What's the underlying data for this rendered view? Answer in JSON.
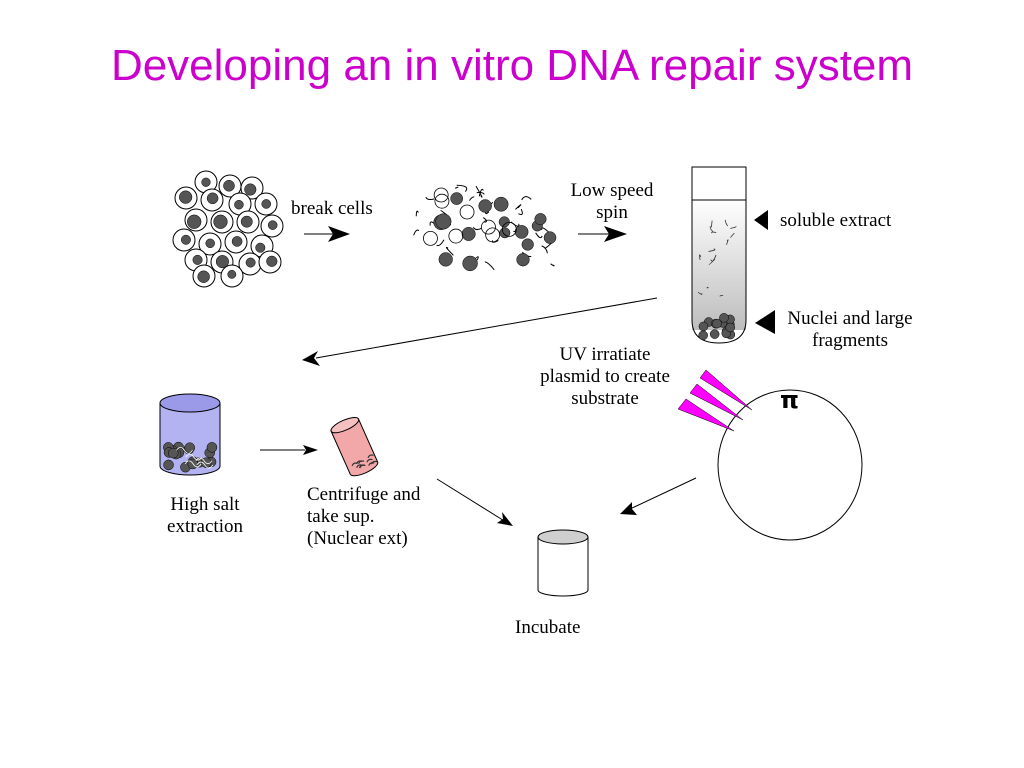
{
  "title": "Developing an in vitro DNA repair system",
  "labels": {
    "break_cells": "break cells",
    "low_speed_spin_1": "Low speed",
    "low_speed_spin_2": "spin",
    "soluble_extract": "soluble extract",
    "nuclei_1": "Nuclei and large",
    "nuclei_2": "fragments",
    "uv_1": "UV irratiate",
    "uv_2": "plasmid to create",
    "uv_3": "substrate",
    "high_salt_1": "High salt",
    "high_salt_2": "extraction",
    "centrifuge_1": "Centrifuge and",
    "centrifuge_2": "take sup.",
    "centrifuge_3": "(Nuclear ext)",
    "incubate": "Incubate",
    "pi_symbol": "π"
  },
  "colors": {
    "title": "#cc00cc",
    "uv_rays": "#ff00ff",
    "high_salt_tube": "#b3b3f2",
    "centrifuge_tube": "#f2a8a8",
    "nuclei": "#555555"
  }
}
